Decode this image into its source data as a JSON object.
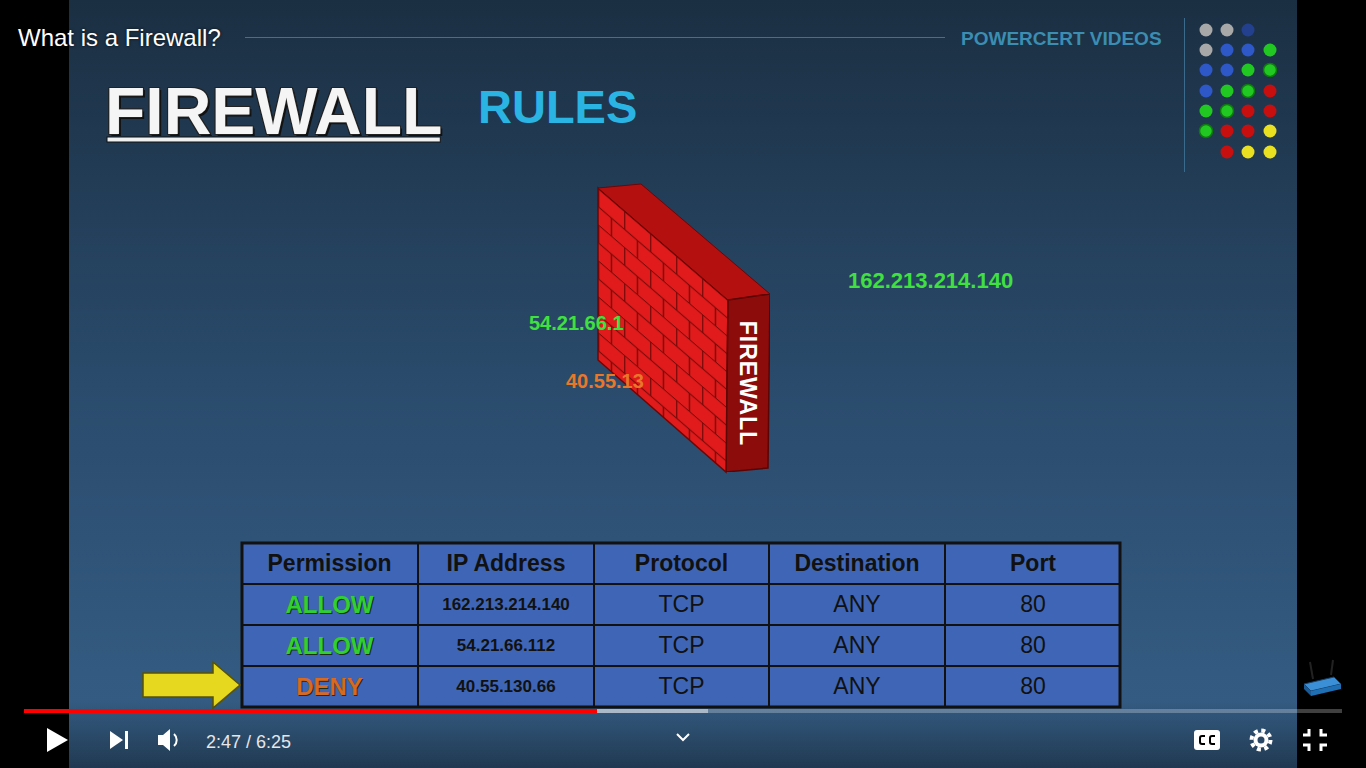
{
  "diagram": {
    "title": "What is a Firewall?",
    "nodes": [
      {
        "text": [
          "FIREWALL"
        ]
      }
    ],
    "labels": [
      "POWERCERT VIDEOS",
      "FIREWALL",
      "RULES",
      "162.213.214.140",
      "54.21.66.1",
      "40.55.13",
      "Permission",
      "IP Address",
      "Protocol",
      "Destination",
      "Port",
      "ALLOW",
      "162.213.214.140",
      "TCP",
      "ANY",
      "80",
      "ALLOW",
      "54.21.66.112",
      "TCP",
      "ANY",
      "80",
      "DENY",
      "40.55.130.66",
      "TCP",
      "ANY",
      "80",
      "2:47 / 6:25"
    ]
  }
}
